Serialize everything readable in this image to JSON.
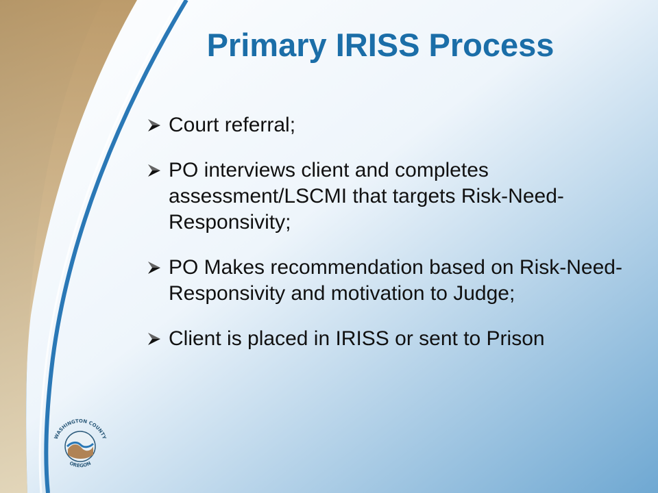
{
  "slide": {
    "title": "Primary IRISS Process",
    "bullets": [
      "Court referral;",
      "PO interviews client and completes assessment/LSCMI that targets Risk-Need-Responsivity;",
      "PO Makes recommendation based on Risk-Need-Responsivity and motivation to Judge;",
      "Client is placed in IRISS or sent to Prison"
    ],
    "bullet_icon": "arrow-bullet-icon",
    "logo": {
      "icon": "washington-county-oregon-seal-icon",
      "text_top": "WASHINGTON COUNTY",
      "text_bottom": "OREGON"
    }
  },
  "colors": {
    "title": "#1b6ea8",
    "text": "#111111",
    "background_light": "#ffffff",
    "background_blue": "#7fb6d9",
    "swoosh_tan": "#c9a873",
    "swoosh_blue": "#2a78b6"
  }
}
